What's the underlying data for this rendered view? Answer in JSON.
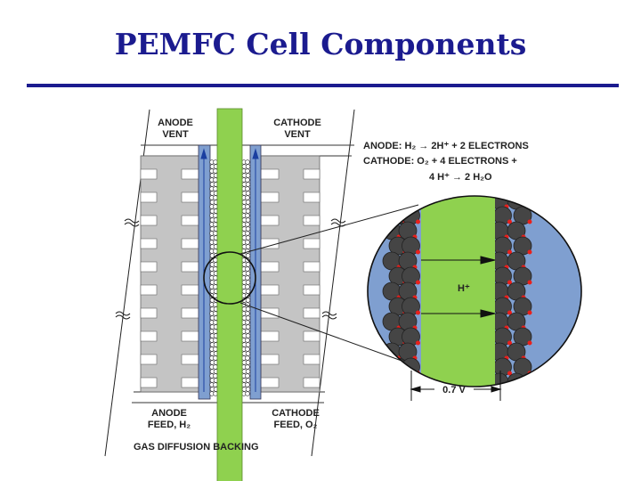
{
  "slide": {
    "title": "PEMFC Cell Components"
  },
  "diagram": {
    "anode_vent": [
      "ANODE",
      "VENT"
    ],
    "cathode_vent": [
      "CATHODE",
      "VENT"
    ],
    "anode_feed": [
      "ANODE",
      "FEED, H₂"
    ],
    "cathode_feed": [
      "CATHODE",
      "FEED, O₂"
    ],
    "gas_diffusion_backing": "GAS DIFFUSION BACKING",
    "anode_reaction": "ANODE:  H₂ → 2H⁺ + 2 ELECTRONS",
    "cathode_reaction_1": "CATHODE:  O₂ + 4 ELECTRONS +",
    "cathode_reaction_2": "4 H⁺ → 2 H₂O",
    "proton_label": "H⁺",
    "voltage_label": "0.7 V",
    "colors": {
      "membrane": "#8fd14f",
      "backing": "#7f9fd0",
      "flow_field": "#c4c4c4",
      "catalyst": "#454545",
      "catalyst_sites": "#e8201c",
      "title": "#1b1b8f"
    }
  }
}
